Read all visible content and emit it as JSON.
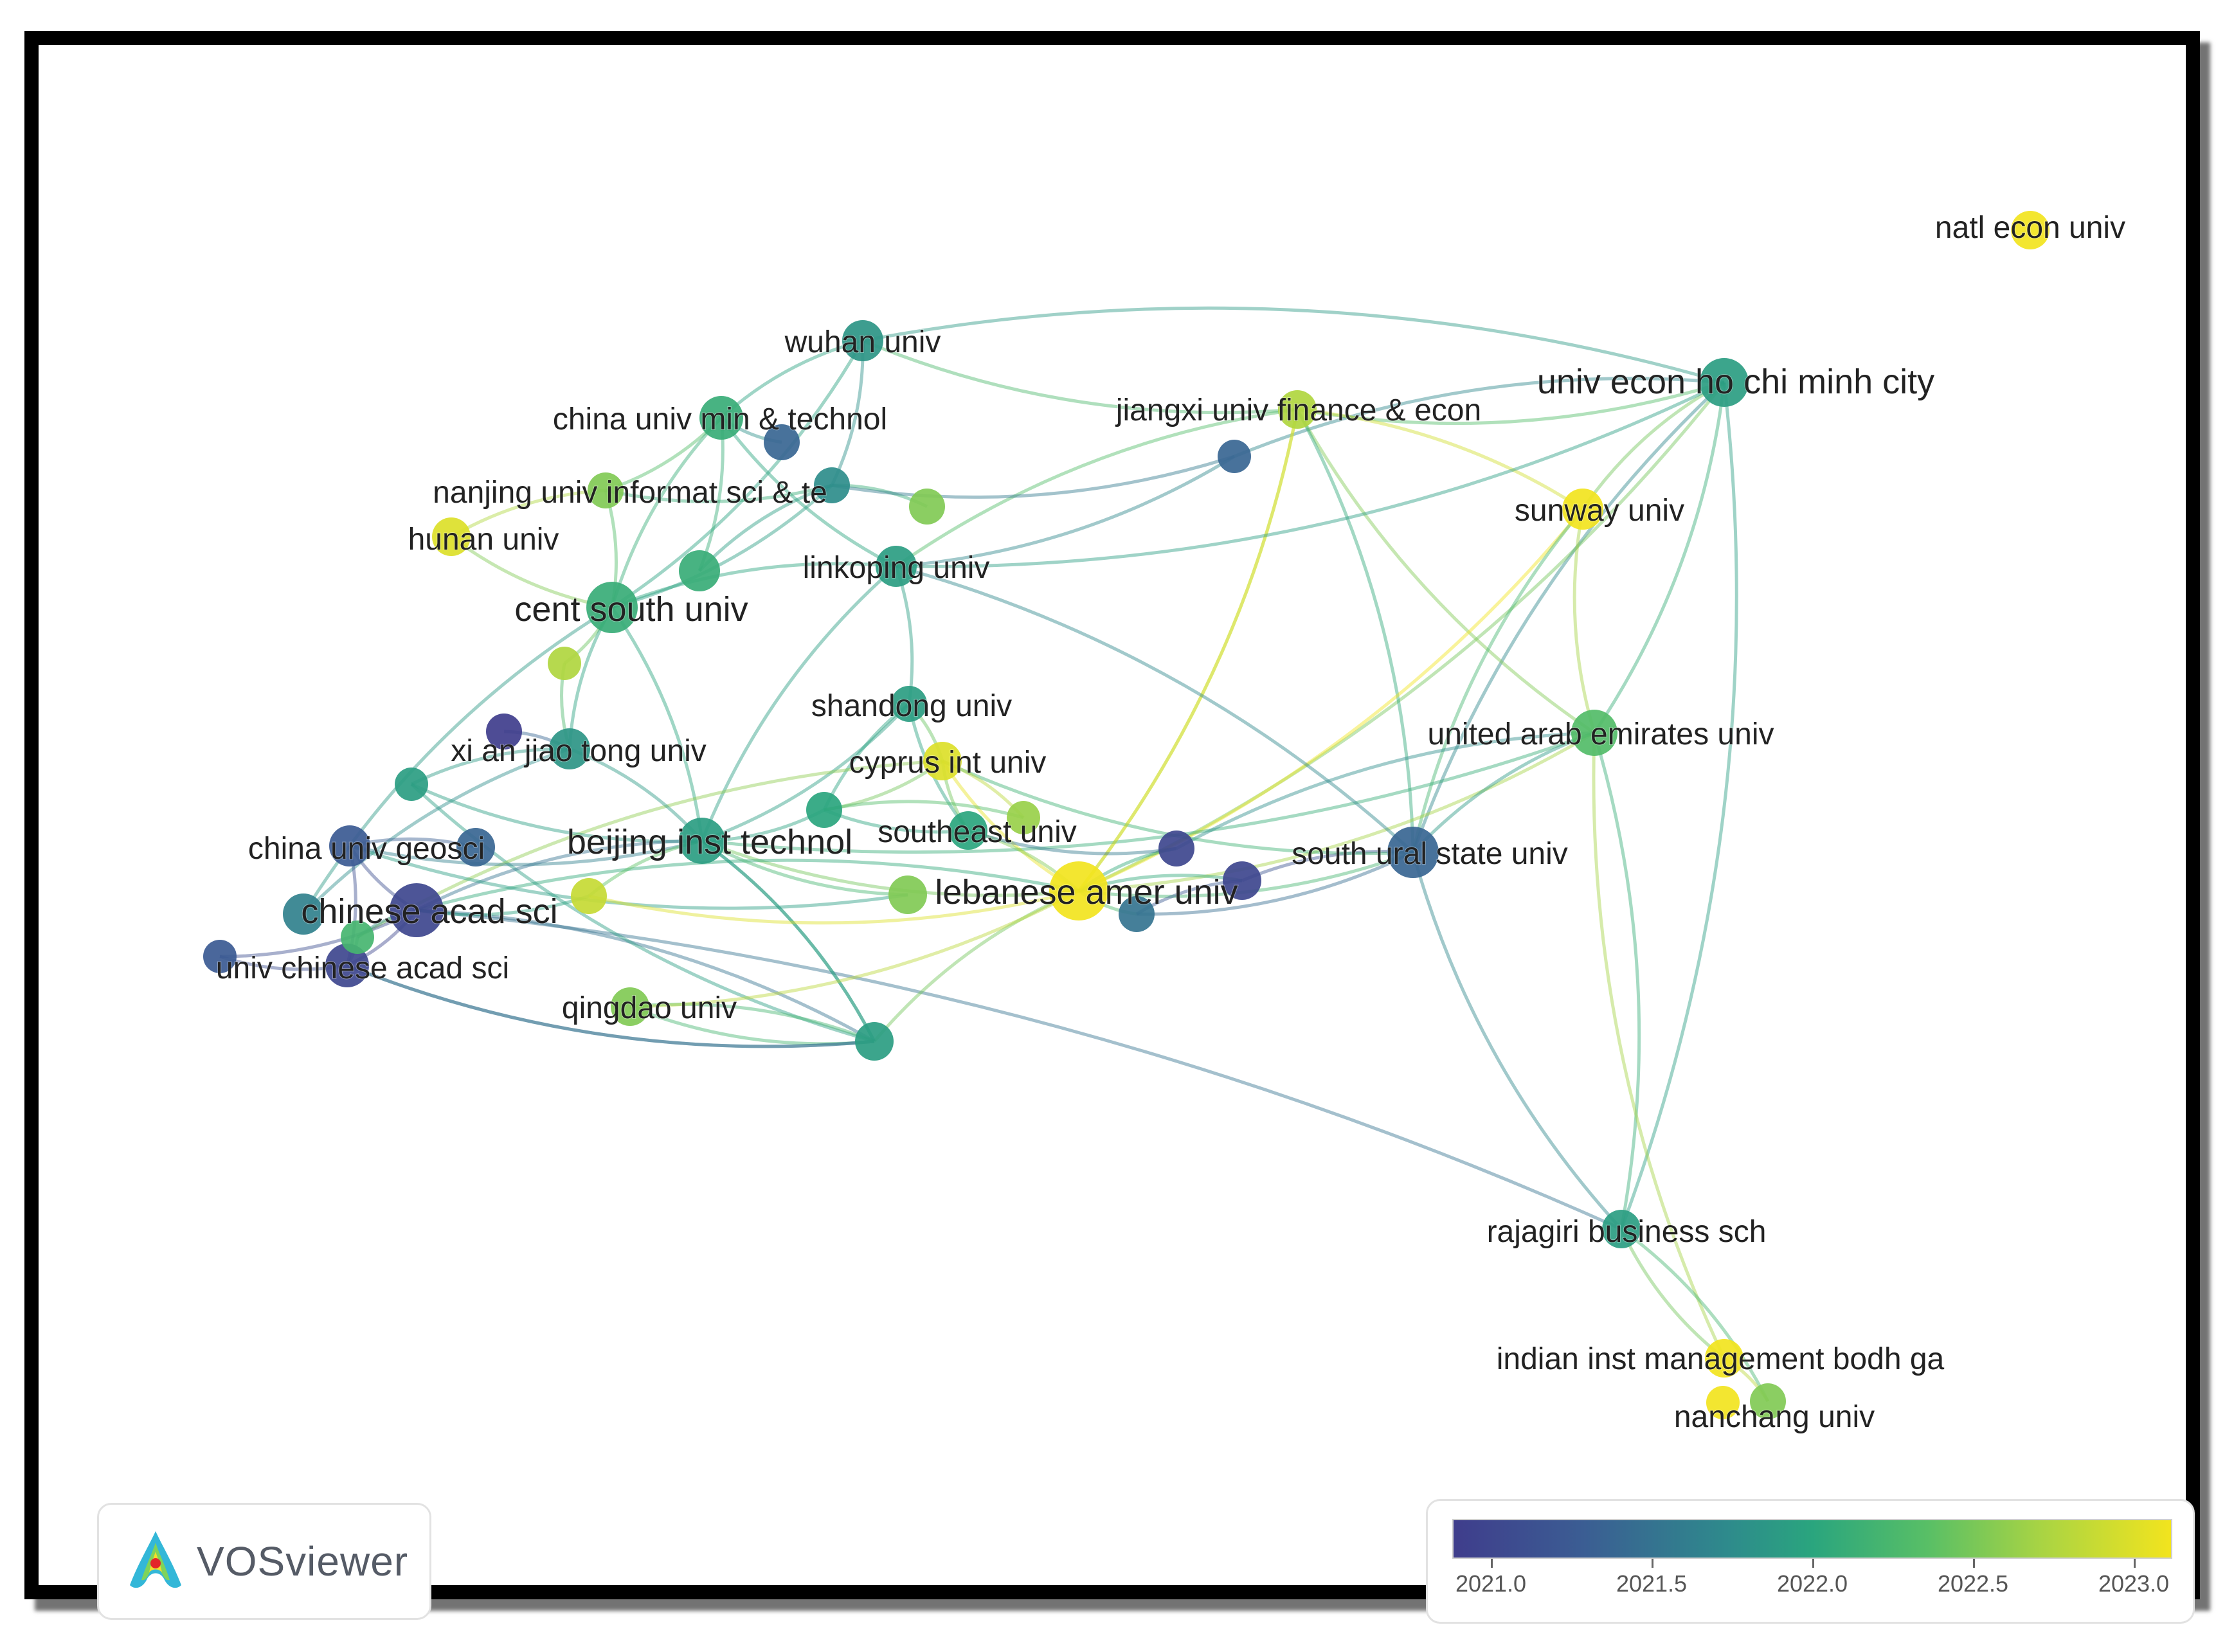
{
  "app": {
    "name": "VOSviewer",
    "logo_icon": "vosviewer-logo-icon"
  },
  "network": {
    "nodes": [
      {
        "id": "natl",
        "label": "natl econ univ",
        "year": 2023.0
      },
      {
        "id": "hcm",
        "label": "univ econ ho chi minh city",
        "year": 2021.9
      },
      {
        "id": "jiangxi",
        "label": "jiangxi univ finance & econ",
        "year": 2022.7
      },
      {
        "id": "sunway",
        "label": "sunway univ",
        "year": 2023.0
      },
      {
        "id": "wuhan",
        "label": "wuhan univ",
        "year": 2021.8
      },
      {
        "id": "cumt",
        "label": "china univ min & technol",
        "year": 2022.1
      },
      {
        "id": "nuist",
        "label": "nanjing univ informat sci & te",
        "year": 2022.5
      },
      {
        "id": "hunan",
        "label": "hunan univ",
        "year": 2022.9
      },
      {
        "id": "linkoping",
        "label": "linkoping univ",
        "year": 2021.9
      },
      {
        "id": "csu",
        "label": "cent south univ",
        "year": 2022.1
      },
      {
        "id": "shandong",
        "label": "shandong univ",
        "year": 2021.9
      },
      {
        "id": "uaeu",
        "label": "united arab emirates univ",
        "year": 2022.3
      },
      {
        "id": "xjtu",
        "label": "xi an jiao tong univ",
        "year": 2021.8
      },
      {
        "id": "cyprus",
        "label": "cyprus int univ",
        "year": 2022.9
      },
      {
        "id": "southeast",
        "label": "southeast univ",
        "year": 2022.0
      },
      {
        "id": "bit",
        "label": "beijing inst technol",
        "year": 2021.9
      },
      {
        "id": "cug",
        "label": "china univ geosci",
        "year": 2021.3
      },
      {
        "id": "susu",
        "label": "south ural state univ",
        "year": 2021.4
      },
      {
        "id": "lau",
        "label": "lebanese amer univ",
        "year": 2023.0
      },
      {
        "id": "cas",
        "label": "chinese acad sci",
        "year": 2021.1
      },
      {
        "id": "ucas",
        "label": "univ chinese acad sci",
        "year": 2021.1
      },
      {
        "id": "qingdao",
        "label": "qingdao univ",
        "year": 2022.5
      },
      {
        "id": "rajagiri",
        "label": "rajagiri business sch",
        "year": 2021.9
      },
      {
        "id": "iimbg",
        "label": "indian inst management bodh ga",
        "year": 2023.0
      },
      {
        "id": "nanchang",
        "label": "nanchang univ",
        "year": 2022.5
      }
    ],
    "unlabeled_nodes": [
      {
        "id": "u_cumt2",
        "year": 2021.4
      },
      {
        "id": "u_teal1",
        "year": 2021.7
      },
      {
        "id": "u_lgreen1",
        "year": 2022.5
      },
      {
        "id": "u_green1",
        "year": 2022.1
      },
      {
        "id": "u_ylw1",
        "year": 2022.7
      },
      {
        "id": "u_jx2",
        "year": 2021.4
      },
      {
        "id": "u_teal2",
        "year": 2022.0
      },
      {
        "id": "u_purp1",
        "year": 2021.1
      },
      {
        "id": "u_lau2",
        "year": 2021.5
      },
      {
        "id": "u_purp2",
        "year": 2021.1
      },
      {
        "id": "u_teal3",
        "year": 2021.9
      },
      {
        "id": "u_cug2",
        "year": 2021.4
      },
      {
        "id": "u_ylw2",
        "year": 2022.8
      },
      {
        "id": "u_teal4",
        "year": 2021.6
      },
      {
        "id": "u_lgreen2",
        "year": 2022.5
      },
      {
        "id": "u_green2",
        "year": 2022.2
      },
      {
        "id": "u_purp3",
        "year": 2021.0
      },
      {
        "id": "u_ygreen",
        "year": 2022.6
      },
      {
        "id": "u_ylw3",
        "year": 2023.0
      },
      {
        "id": "u_teal5",
        "year": 2021.9
      },
      {
        "id": "u_blue1",
        "year": 2021.3
      }
    ],
    "links": [
      [
        "hcm",
        "jiangxi"
      ],
      [
        "hcm",
        "sunway"
      ],
      [
        "hcm",
        "uaeu"
      ],
      [
        "hcm",
        "susu"
      ],
      [
        "hcm",
        "lau"
      ],
      [
        "hcm",
        "u_jx2"
      ],
      [
        "hcm",
        "rajagiri"
      ],
      [
        "hcm",
        "wuhan"
      ],
      [
        "jiangxi",
        "sunway"
      ],
      [
        "jiangxi",
        "uaeu"
      ],
      [
        "jiangxi",
        "lau"
      ],
      [
        "jiangxi",
        "linkoping"
      ],
      [
        "jiangxi",
        "susu"
      ],
      [
        "sunway",
        "uaeu"
      ],
      [
        "sunway",
        "lau"
      ],
      [
        "sunway",
        "susu"
      ],
      [
        "uaeu",
        "lau"
      ],
      [
        "uaeu",
        "susu"
      ],
      [
        "uaeu",
        "rajagiri"
      ],
      [
        "uaeu",
        "iimbg"
      ],
      [
        "uaeu",
        "bit"
      ],
      [
        "uaeu",
        "u_purp1"
      ],
      [
        "susu",
        "lau"
      ],
      [
        "susu",
        "u_purp2"
      ],
      [
        "susu",
        "u_lau2"
      ],
      [
        "susu",
        "rajagiri"
      ],
      [
        "susu",
        "cyprus"
      ],
      [
        "rajagiri",
        "iimbg"
      ],
      [
        "rajagiri",
        "nanchang"
      ],
      [
        "rajagiri",
        "cas"
      ],
      [
        "iimbg",
        "nanchang"
      ],
      [
        "lau",
        "u_teal5"
      ],
      [
        "lau",
        "cyprus"
      ],
      [
        "lau",
        "southeast"
      ],
      [
        "lau",
        "u_purp2"
      ],
      [
        "lau",
        "u_lau2"
      ],
      [
        "lau",
        "bit"
      ],
      [
        "lau",
        "cas"
      ],
      [
        "lau",
        "u_purp1"
      ],
      [
        "lau",
        "jiangxi"
      ],
      [
        "u_teal5",
        "qingdao"
      ],
      [
        "u_teal5",
        "bit"
      ],
      [
        "u_teal5",
        "ucas"
      ],
      [
        "u_teal5",
        "cas"
      ],
      [
        "u_teal5",
        "u_teal3"
      ],
      [
        "wuhan",
        "cumt"
      ],
      [
        "wuhan",
        "u_teal1"
      ],
      [
        "wuhan",
        "jiangxi"
      ],
      [
        "wuhan",
        "csu"
      ],
      [
        "cumt",
        "u_cumt2"
      ],
      [
        "cumt",
        "nuist"
      ],
      [
        "cumt",
        "csu"
      ],
      [
        "cumt",
        "u_green1"
      ],
      [
        "cumt",
        "linkoping"
      ],
      [
        "u_teal1",
        "u_lgreen1"
      ],
      [
        "u_teal1",
        "u_green1"
      ],
      [
        "u_teal1",
        "csu"
      ],
      [
        "u_teal1",
        "u_jx2"
      ],
      [
        "u_teal1",
        "nuist"
      ],
      [
        "nuist",
        "hunan"
      ],
      [
        "nuist",
        "csu"
      ],
      [
        "hunan",
        "csu"
      ],
      [
        "csu",
        "u_ylw1"
      ],
      [
        "csu",
        "xjtu"
      ],
      [
        "csu",
        "bit"
      ],
      [
        "csu",
        "u_teal4"
      ],
      [
        "csu",
        "linkoping"
      ],
      [
        "linkoping",
        "u_jx2"
      ],
      [
        "linkoping",
        "susu"
      ],
      [
        "linkoping",
        "hcm"
      ],
      [
        "linkoping",
        "shandong"
      ],
      [
        "linkoping",
        "bit"
      ],
      [
        "shandong",
        "cyprus"
      ],
      [
        "shandong",
        "southeast"
      ],
      [
        "shandong",
        "bit"
      ],
      [
        "shandong",
        "u_teal2"
      ],
      [
        "cyprus",
        "u_teal2"
      ],
      [
        "cyprus",
        "southeast"
      ],
      [
        "cyprus",
        "u_ygreen"
      ],
      [
        "cyprus",
        "u_green2"
      ],
      [
        "u_teal2",
        "bit"
      ],
      [
        "u_teal2",
        "southeast"
      ],
      [
        "u_teal2",
        "u_ygreen"
      ],
      [
        "xjtu",
        "u_purp3"
      ],
      [
        "xjtu",
        "bit"
      ],
      [
        "xjtu",
        "u_teal4"
      ],
      [
        "xjtu",
        "u_ylw1"
      ],
      [
        "xjtu",
        "u_teal3"
      ],
      [
        "bit",
        "u_teal3"
      ],
      [
        "bit",
        "u_lgreen2"
      ],
      [
        "bit",
        "cug"
      ],
      [
        "bit",
        "u_ylw2"
      ],
      [
        "bit",
        "u_teal5"
      ],
      [
        "bit",
        "cas"
      ],
      [
        "cug",
        "u_cug2"
      ],
      [
        "cug",
        "cas"
      ],
      [
        "cug",
        "ucas"
      ],
      [
        "cug",
        "u_lgreen2"
      ],
      [
        "cas",
        "ucas"
      ],
      [
        "cas",
        "u_ylw2"
      ],
      [
        "cas",
        "u_blue1"
      ],
      [
        "cas",
        "u_green2"
      ],
      [
        "ucas",
        "u_blue1"
      ],
      [
        "ucas",
        "u_teal5"
      ],
      [
        "u_green2",
        "ucas"
      ],
      [
        "u_ylw2",
        "lau"
      ],
      [
        "u_purp1",
        "southeast"
      ],
      [
        "u_purp2",
        "u_lau2"
      ],
      [
        "qingdao",
        "u_teal5"
      ],
      [
        "qingdao",
        "lau"
      ]
    ]
  },
  "legend": {
    "title": "",
    "range": [
      2021.0,
      2023.0
    ],
    "ticks": [
      {
        "value": 2021.0,
        "label": "2021.0"
      },
      {
        "value": 2021.5,
        "label": "2021.5"
      },
      {
        "value": 2022.0,
        "label": "2022.0"
      },
      {
        "value": 2022.5,
        "label": "2022.5"
      },
      {
        "value": 2023.0,
        "label": "2023.0"
      }
    ],
    "colormap": [
      "#3f3d8c",
      "#3b5d93",
      "#2e8a8c",
      "#2aa57e",
      "#58bf66",
      "#a9d443",
      "#f2e41e"
    ]
  }
}
